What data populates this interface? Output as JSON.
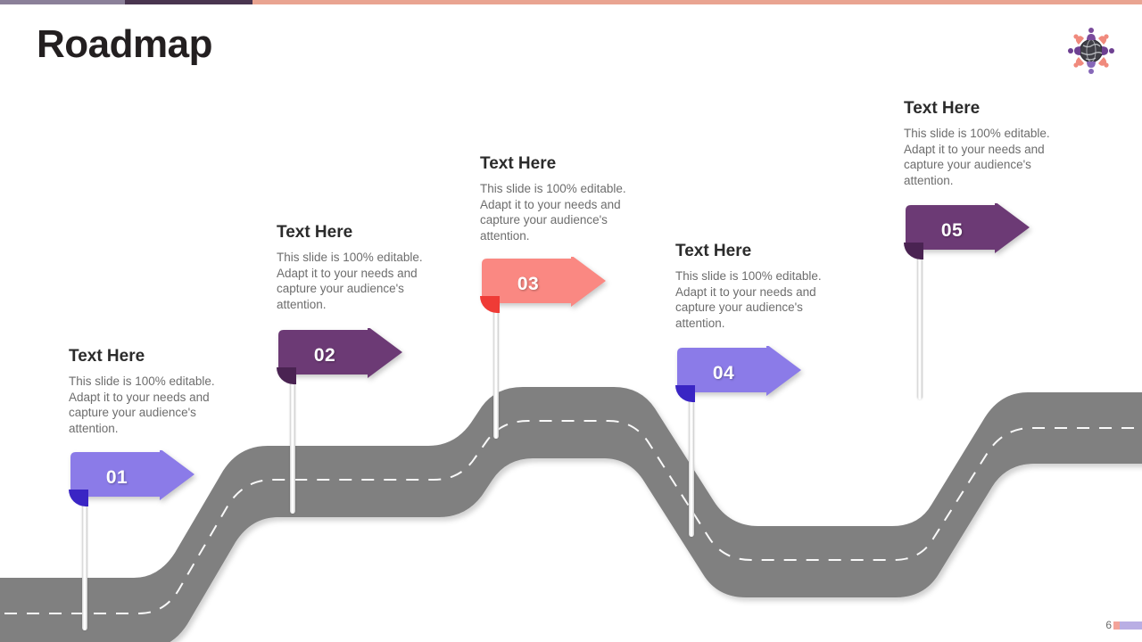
{
  "slide": {
    "title": "Roadmap",
    "page_number": "6",
    "background_color": "#ffffff"
  },
  "topbar": {
    "segments": [
      {
        "name": "segment-light-purple",
        "color": "#8b8099"
      },
      {
        "name": "segment-dark-purple",
        "color": "#4a3550"
      },
      {
        "name": "segment-salmon",
        "color": "#e9a491"
      }
    ]
  },
  "logo": {
    "name": "globe-people-logo",
    "globe_color": "#3f3f46",
    "people_purple": "#7a4b9c",
    "people_salmon": "#f08a7d"
  },
  "road": {
    "color": "#808080",
    "shadow_color": "#b8b8b8",
    "dash_color": "#ffffff"
  },
  "colors": {
    "light_purple": "#8b7be8",
    "light_purple_dark": "#3a25c4",
    "dark_purple": "#6c3a75",
    "dark_purple_dark": "#4a2352",
    "salmon": "#fa8882",
    "salmon_dark": "#ef3b36",
    "heading": "#2b2b2b",
    "body": "#6d6d6d"
  },
  "body_text": "This slide is 100% editable. Adapt it to your needs and capture your audience's attention.",
  "milestones": [
    {
      "id": "01",
      "number": "01",
      "heading": "Text Here",
      "body": "This slide is 100% editable. Adapt it to your needs and capture your audience's attention.",
      "color": "#8b7be8",
      "knot_color": "#3a25c4"
    },
    {
      "id": "02",
      "number": "02",
      "heading": "Text Here",
      "body": "This slide is 100% editable. Adapt it to your needs and capture your audience's attention.",
      "color": "#6c3a75",
      "knot_color": "#4a2352"
    },
    {
      "id": "03",
      "number": "03",
      "heading": "Text Here",
      "body": "This slide is 100% editable. Adapt it to your needs and capture your audience's attention.",
      "color": "#fa8882",
      "knot_color": "#ef3b36"
    },
    {
      "id": "04",
      "number": "04",
      "heading": "Text Here",
      "body": "This slide is 100% editable. Adapt it to your needs and capture your audience's attention.",
      "color": "#8b7be8",
      "knot_color": "#3a25c4"
    },
    {
      "id": "05",
      "number": "05",
      "heading": "Text Here",
      "body": "This slide is 100% editable. Adapt it to your needs and capture your audience's attention.",
      "color": "#6c3a75",
      "knot_color": "#4a2352"
    }
  ],
  "footer": {
    "mark_color_a": "#f3a39a",
    "mark_color_b": "#b9aee4"
  }
}
